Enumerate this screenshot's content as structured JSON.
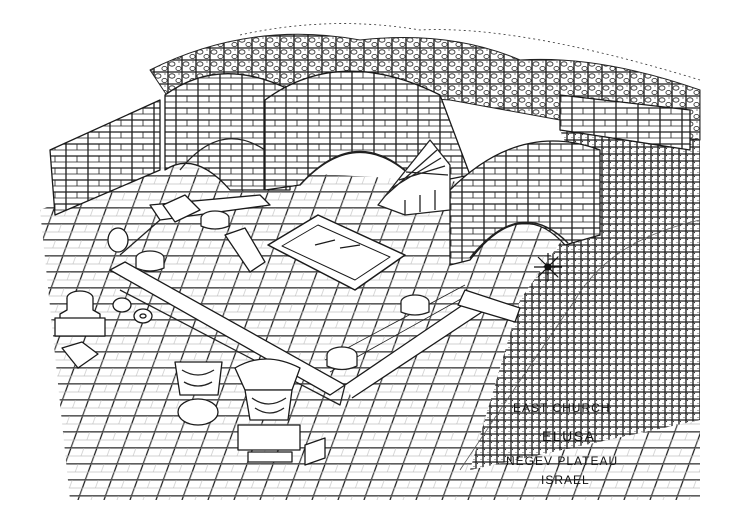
{
  "caption": {
    "line1": "EAST CHURCH",
    "line2": "ELUSA",
    "tilde": "~",
    "line3": "NEGEV PLATEAU",
    "line4": "ISRAEL"
  },
  "colors": {
    "ink": "#1a1a1a",
    "paper": "#ffffff"
  }
}
